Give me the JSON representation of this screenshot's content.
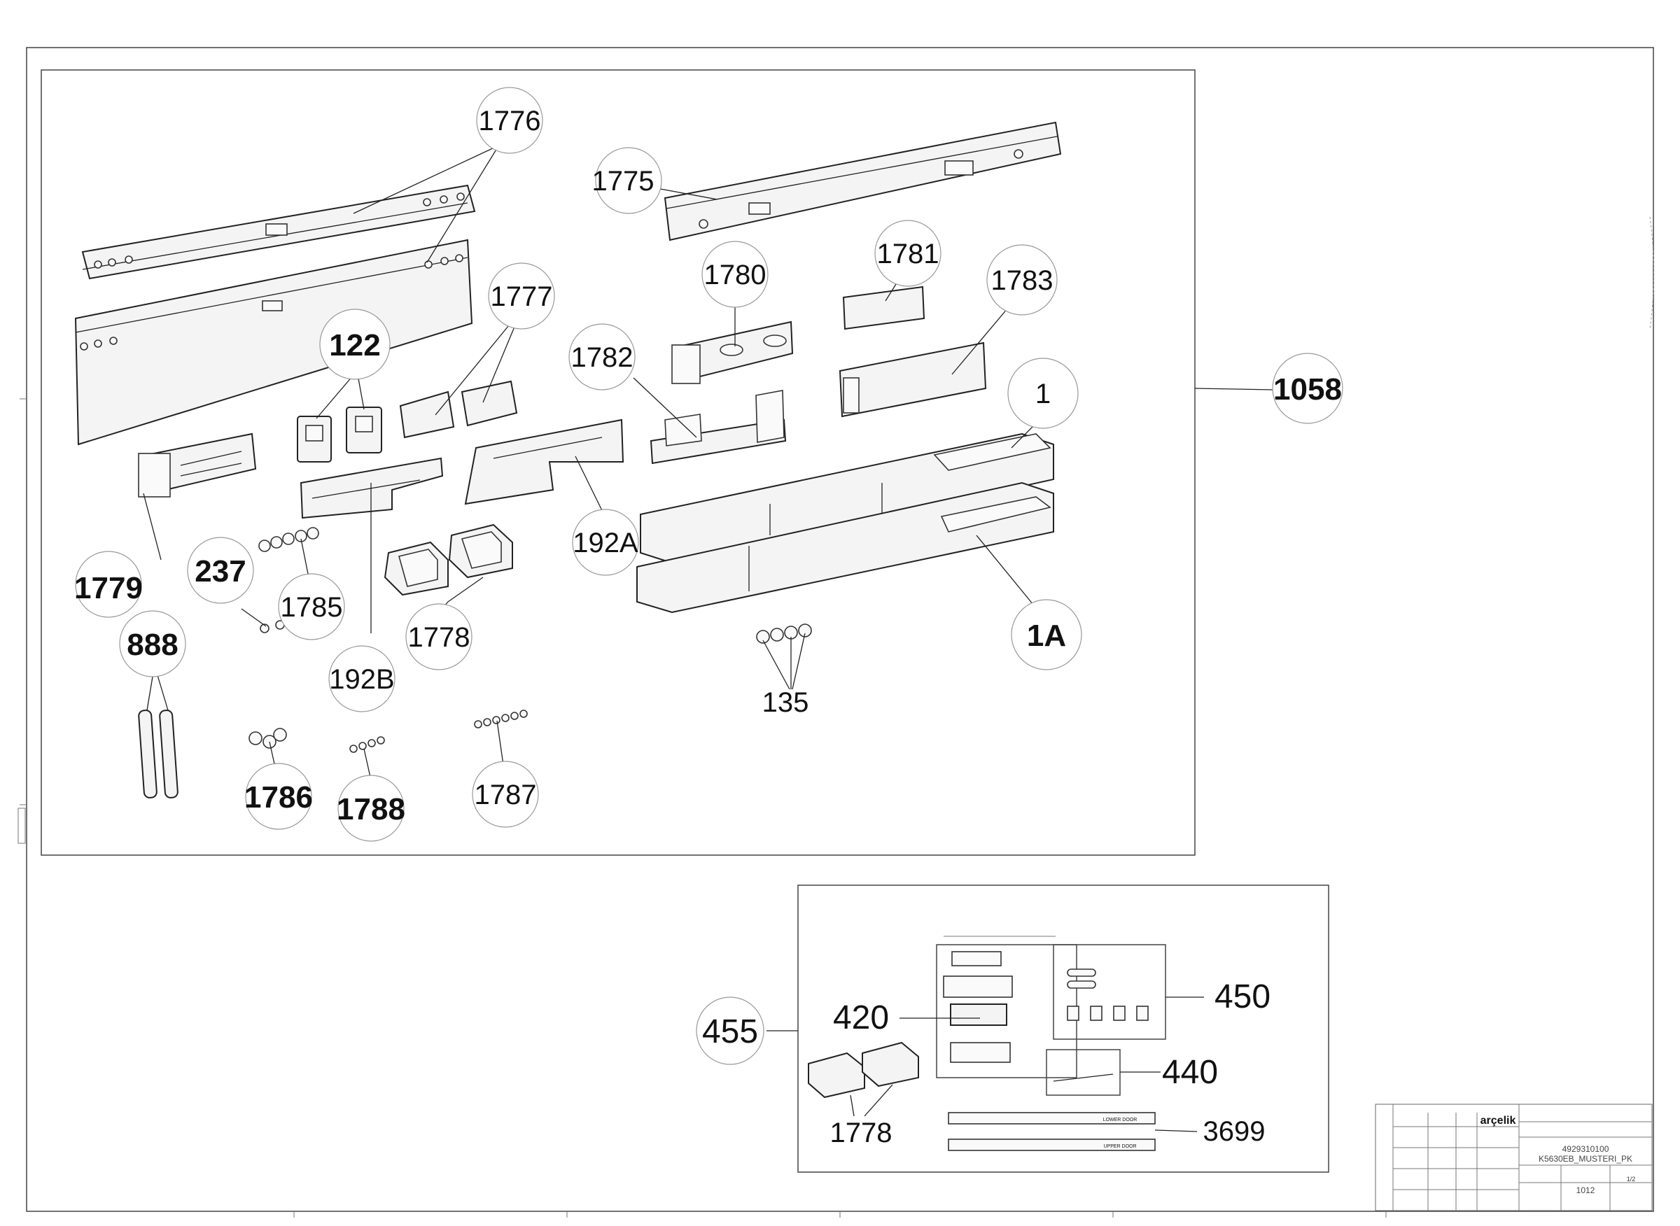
{
  "callouts": {
    "c1776": "1776",
    "c1775": "1775",
    "c1780": "1780",
    "c1781": "1781",
    "c1783": "1783",
    "c1777": "1777",
    "c122": "122",
    "c1782": "1782",
    "c1058": "1058",
    "c1": "1",
    "c1779": "1779",
    "c237": "237",
    "c1785": "1785",
    "c192A": "192A",
    "c1778": "1778",
    "c192B": "192B",
    "c1A": "1A",
    "c888": "888",
    "c135": "135",
    "c1786": "1786",
    "c1788": "1788",
    "c1787": "1787",
    "c455": "455",
    "c420": "420",
    "c450": "450",
    "c440": "440",
    "c1778b": "1778",
    "c3699": "3699"
  },
  "panel_text": {
    "lower_door": "LOWER DOOR",
    "upper_door": "UPPER DOOR"
  },
  "title_block": {
    "brand": "arçelik",
    "part_number": "4929310100",
    "description": "K5630EB_MUSTERI_PK",
    "sheet": "1012",
    "sheet_count": "1/2"
  },
  "colors": {
    "line": "#222222",
    "bubble_stroke": "#999999",
    "background": "#ffffff"
  }
}
